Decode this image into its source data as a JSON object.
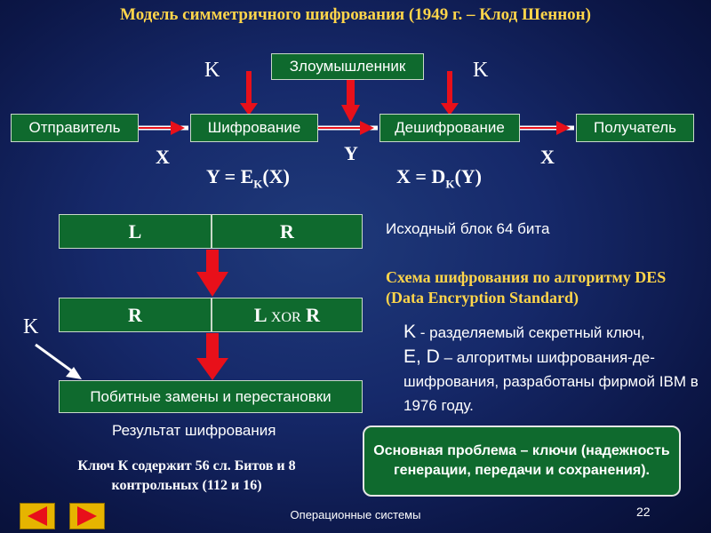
{
  "title": "Модель симметричного шифрования (1949 г. – Клод Шеннон)",
  "flow": {
    "sender": "Отправитель",
    "encrypt": "Шифрование",
    "attacker": "Злоумышленник",
    "decrypt": "Дешифрование",
    "receiver": "Получатель",
    "key_left": "K",
    "key_right": "K",
    "x_left": "X",
    "y_mid": "Y",
    "x_right": "X",
    "formula_enc": {
      "lhs": "Y = E",
      "sub": "K",
      "rhs": "(X)"
    },
    "formula_dec": {
      "lhs": "X = D",
      "sub": "K",
      "rhs": "(Y)"
    }
  },
  "des": {
    "block1_left": "L",
    "block1_right": "R",
    "block2_left": "R",
    "block2_right_l": "L",
    "block2_xor": "XOR",
    "block2_right_r": "R",
    "key": "K",
    "substitution": "Побитные замены и перестановки",
    "result": "Результат шифрования",
    "key_note": "Ключ К содержит 56 сл. Битов и 8 контрольных (112 и 16)"
  },
  "right_panel": {
    "block_size": "Исходный блок 64 бита",
    "scheme_title": "Схема шифрования по алгоритму DES (Data Encryption Standard)",
    "key_letter": "K",
    "key_desc": " - разделяемый секретный ключ,",
    "ed_letters": "E, D",
    "ed_desc": " – алгоритмы шифрования-де-шифрования, разработаны фирмой IBM в 1976 году.",
    "problem": "Основная проблема – ключи (надежность генерации, передачи и сохранения)."
  },
  "footer": {
    "course": "Операционные системы",
    "page": "22"
  },
  "colors": {
    "title": "#ffd54a",
    "box_green": "#0f6a2e",
    "arrow_red": "#e8101a",
    "nav": "#e6b400"
  }
}
